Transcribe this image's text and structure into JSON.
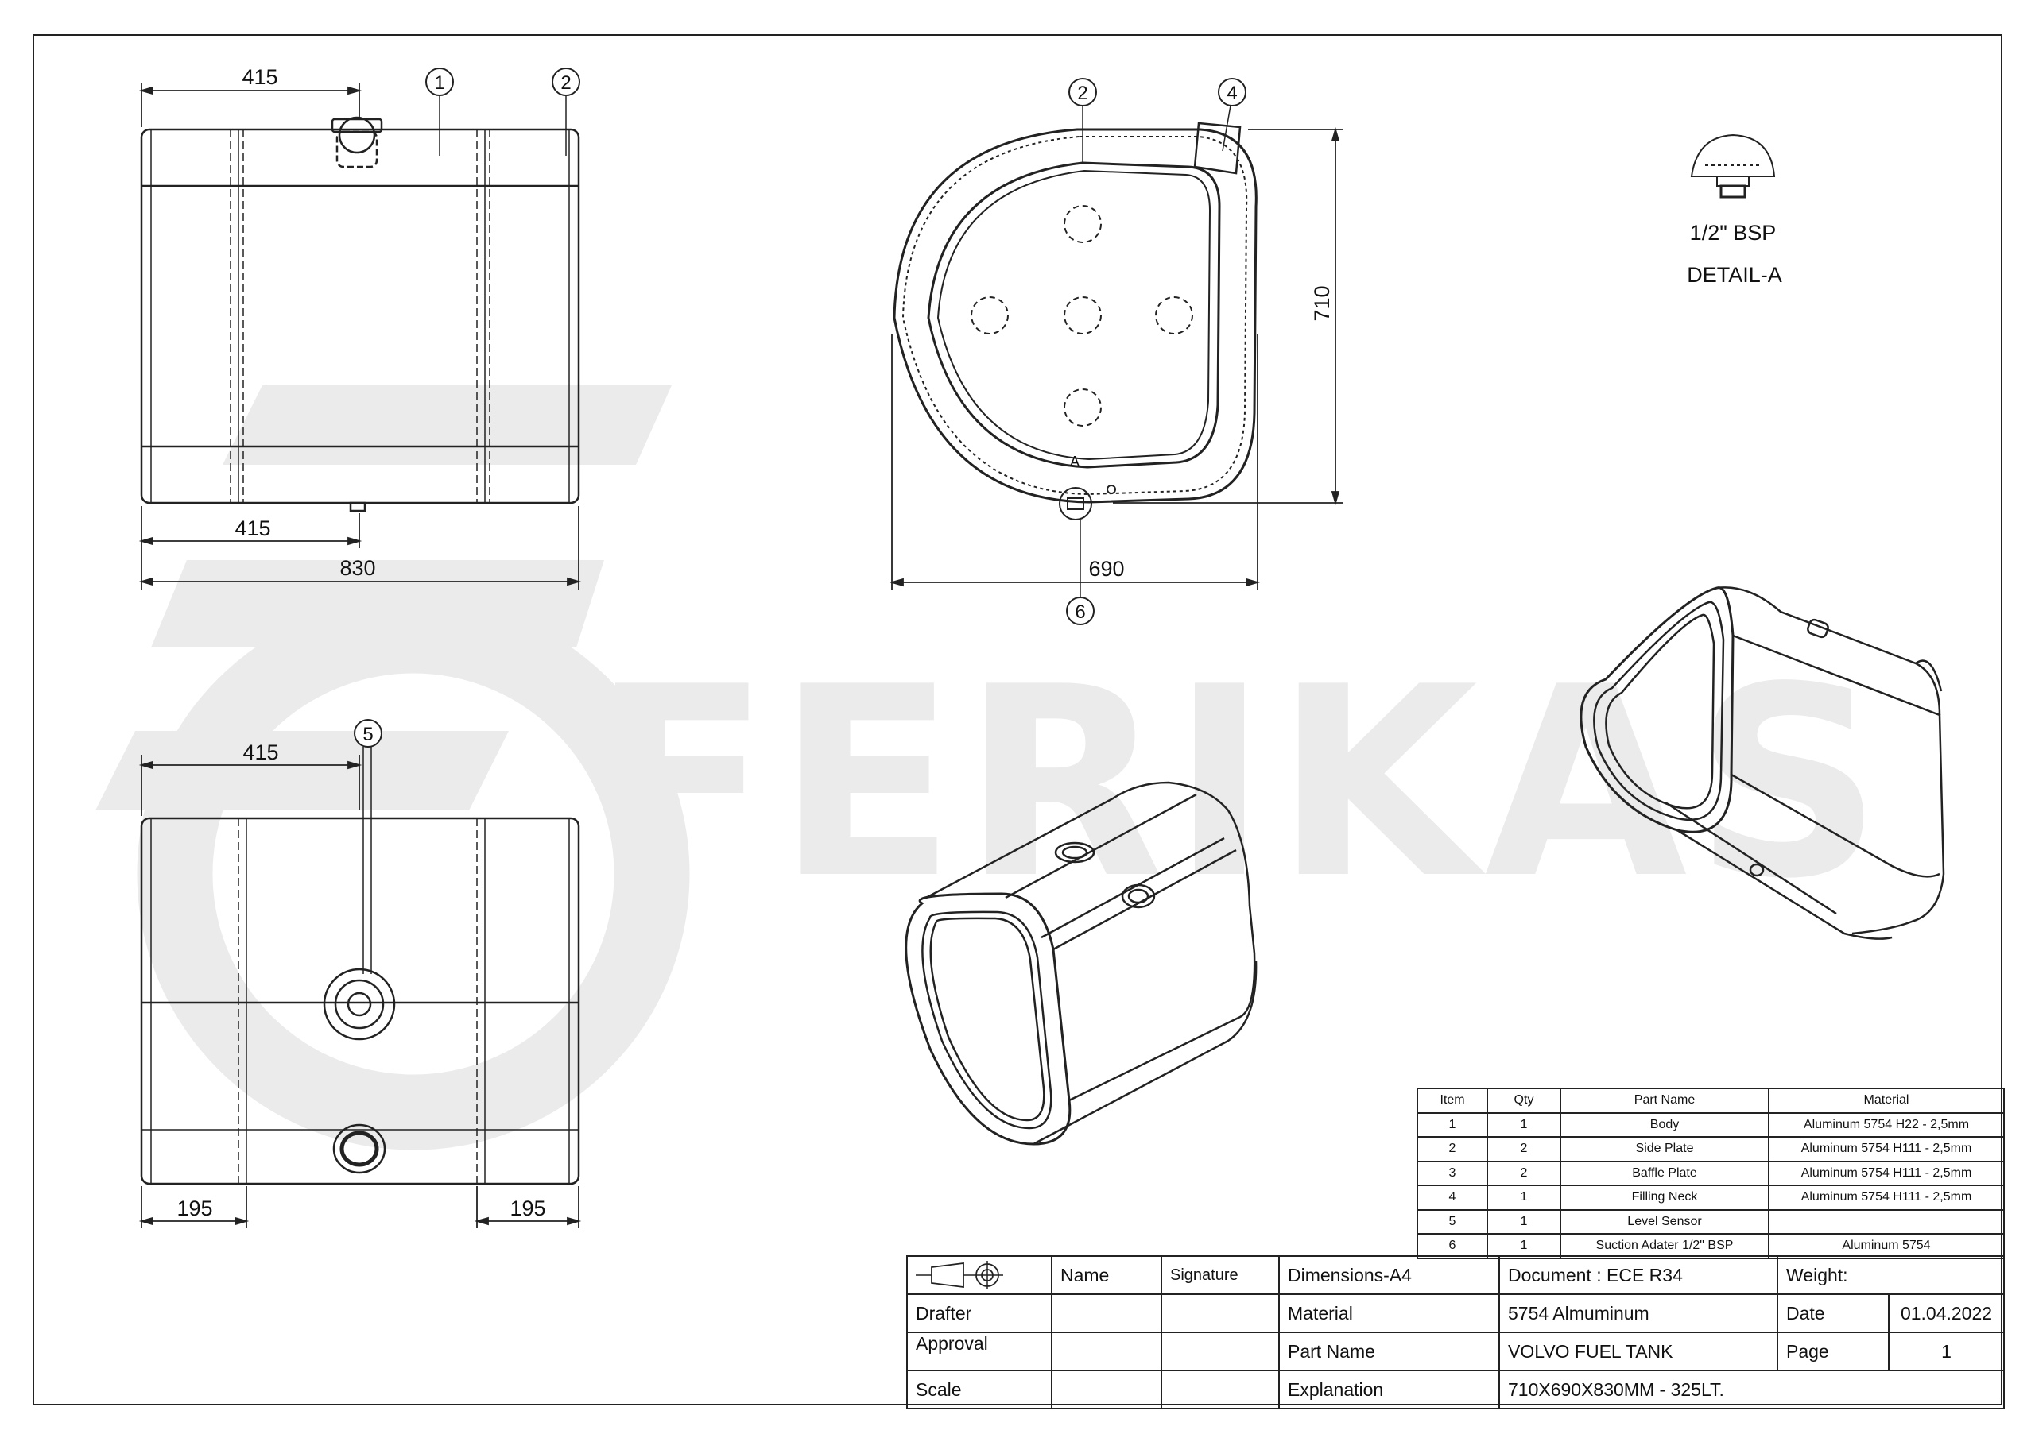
{
  "watermark": "FERIKAS",
  "dimensions": {
    "front_top_offset": "415",
    "front_bottom_offset": "415",
    "front_length": "830",
    "side_width": "690",
    "side_height": "710",
    "bottom_offset": "415",
    "bottom_left": "195",
    "bottom_right": "195"
  },
  "balloons": {
    "front_body": "1",
    "front_side_plate": "2",
    "side_baffle": "2",
    "side_neck": "4",
    "side_suction": "6",
    "bottom_sensor": "5"
  },
  "detail": {
    "thread": "1/2\" BSP",
    "title": "DETAIL-A"
  },
  "side_marker": "A",
  "bom": {
    "headers": [
      "Item",
      "Qty",
      "Part Name",
      "Material"
    ],
    "rows": [
      [
        "1",
        "1",
        "Body",
        "Aluminum 5754 H22 - 2,5mm"
      ],
      [
        "2",
        "2",
        "Side Plate",
        "Aluminum 5754 H111 - 2,5mm"
      ],
      [
        "3",
        "2",
        "Baffle Plate",
        "Aluminum 5754 H111 - 2,5mm"
      ],
      [
        "4",
        "1",
        "Filling Neck",
        "Aluminum 5754 H111 - 2,5mm"
      ],
      [
        "5",
        "1",
        "Level Sensor",
        ""
      ],
      [
        "6",
        "1",
        "Suction Adater 1/2\" BSP",
        "Aluminum 5754"
      ]
    ]
  },
  "title_block": {
    "name_hdr": "Name",
    "signature_hdr": "Signature",
    "dimensions": "Dimensions-A4",
    "document": "Document : ECE R34",
    "weight": "Weight:",
    "drafter": "Drafter",
    "approval": "Approval",
    "scale": "Scale",
    "material_lbl": "Material",
    "material_val": "5754 Almuminum",
    "date_lbl": "Date",
    "date_val": "01.04.2022",
    "partname_lbl": "Part Name",
    "partname_val": "VOLVO FUEL TANK",
    "page_lbl": "Page",
    "page_val": "1",
    "explanation_lbl": "Explanation",
    "explanation_val": "710X690X830MM - 325LT."
  }
}
